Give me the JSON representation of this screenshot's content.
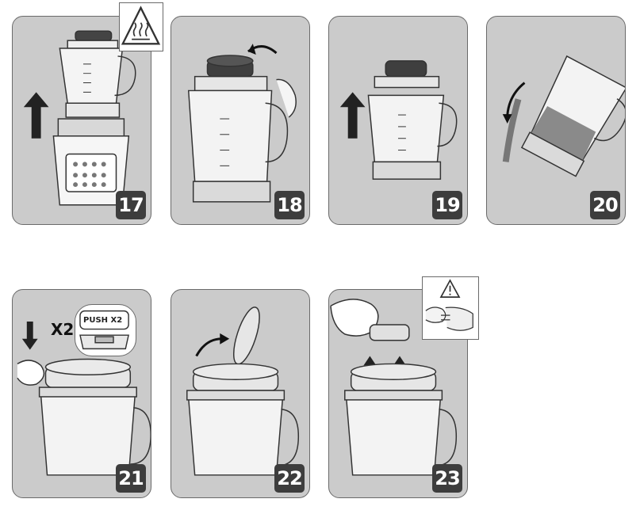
{
  "steps": [
    {
      "number": "17"
    },
    {
      "number": "18"
    },
    {
      "number": "19"
    },
    {
      "number": "20"
    },
    {
      "number": "21"
    },
    {
      "number": "22"
    },
    {
      "number": "23"
    }
  ],
  "step21": {
    "press_count": "X2",
    "button_label": "PUSH X2"
  },
  "icons": {
    "hot_surface": "hot-surface-warning-icon",
    "caution": "caution-triangle-icon",
    "arrow_up": "arrow-up-icon",
    "arrow_down": "arrow-down-icon",
    "rotate": "rotate-arrow-icon"
  },
  "colors": {
    "panel": "#cbcbcb",
    "badge": "#3d3d3d",
    "badge_text": "#ffffff",
    "line": "#333333"
  }
}
